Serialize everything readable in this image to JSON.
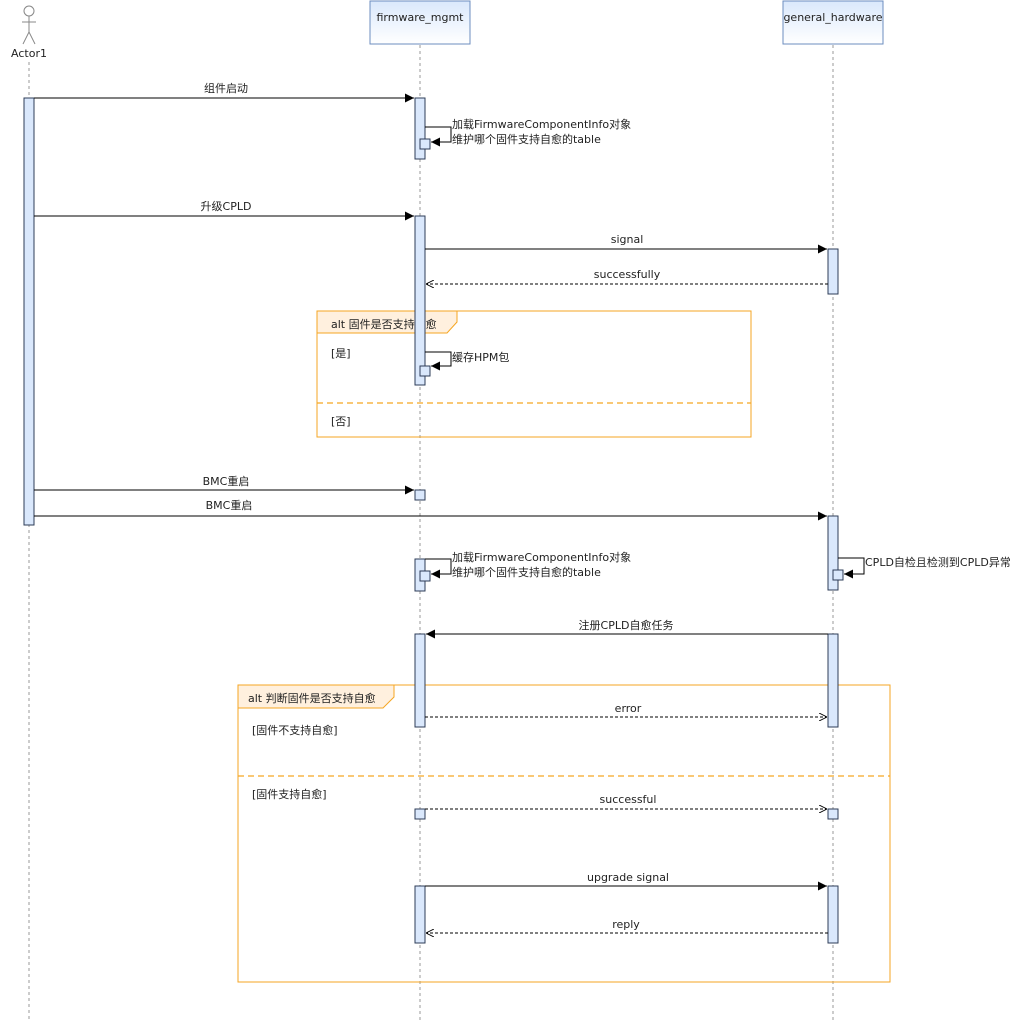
{
  "participants": {
    "actor": "Actor1",
    "firmware": "firmware_mgmt",
    "hardware": "general_hardware"
  },
  "messages": {
    "m1": "组件启动",
    "self1_line1": "加载FirmwareComponentInfo对象",
    "self1_line2": "维护哪个固件支持自愈的table",
    "m2": "升级CPLD",
    "m3": "signal",
    "m4": "successfully",
    "self2": "缓存HPM包",
    "m5": "BMC重启",
    "m6": "BMC重启",
    "self3_line1": "加载FirmwareComponentInfo对象",
    "self3_line2": "维护哪个固件支持自愈的table",
    "self4": "CPLD自检且检测到CPLD异常",
    "m7": "注册CPLD自愈任务",
    "m8": "error",
    "m9": "successful",
    "m10": "upgrade signal",
    "m11": "reply"
  },
  "frames": {
    "alt1": {
      "title": "alt 固件是否支持自愈",
      "guard1": "[是]",
      "guard2": "[否]"
    },
    "alt2": {
      "title": "alt 判断固件是否支持自愈",
      "guard1": "[固件不支持自愈]",
      "guard2": "[固件支持自愈]"
    }
  },
  "colors": {
    "activation_fill": "#dae8fc",
    "frame_border": "#f5a623",
    "frame_tab_fill": "#fff0de"
  }
}
